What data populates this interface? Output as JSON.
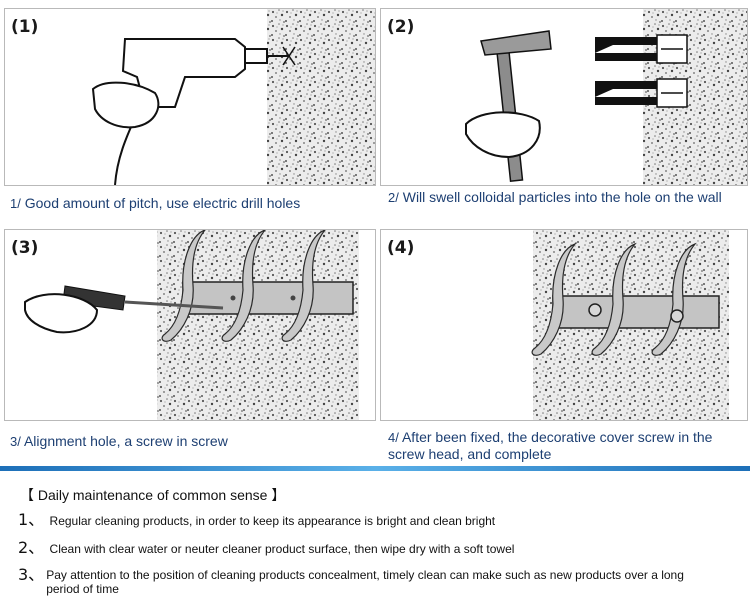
{
  "steps": [
    {
      "label": "(1)",
      "number": "1/",
      "caption": "Good amount of pitch, use electric drill holes"
    },
    {
      "label": "(2)",
      "number": "2/",
      "caption": "Will swell colloidal particles into the hole on the wall"
    },
    {
      "label": "(3)",
      "number": "3/",
      "caption": "Alignment hole, a screw in screw"
    },
    {
      "label": "(4)",
      "number": "4/",
      "caption": "After been fixed, the decorative cover screw in the screw head, and complete"
    }
  ],
  "maintenance": {
    "title": "【 Daily maintenance of common sense 】",
    "items": [
      {
        "num": "1、",
        "text": "Regular cleaning products, in order to keep its appearance is bright and clean bright"
      },
      {
        "num": "2、",
        "text": "Clean with clear water or neuter cleaner product surface, then wipe dry with a soft towel"
      },
      {
        "num": "3、",
        "text": "Pay attention to the position of cleaning products concealment, timely clean can make such as new products over a long period of time"
      }
    ]
  },
  "icons": [
    "electric-drill-icon",
    "hammer-icon",
    "wall-anchor-icon",
    "screwdriver-icon",
    "coat-hook-rack-icon"
  ],
  "colors": {
    "caption": "#1d3f72",
    "divider": "#1d6fb8",
    "wall": "#d8d8d8"
  }
}
